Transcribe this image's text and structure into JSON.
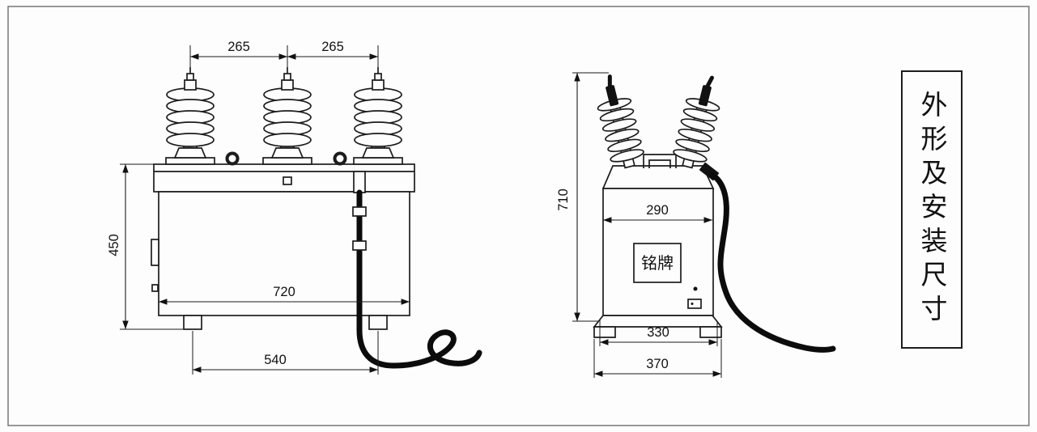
{
  "diagram": {
    "title_panel": "外形及安装尺寸",
    "nameplate": "铭牌",
    "front_view": {
      "dim_top_left": "265",
      "dim_top_right": "265",
      "dim_height": "450",
      "dim_body_width": "720",
      "dim_base": "540"
    },
    "side_view": {
      "dim_height": "710",
      "dim_body_width": "290",
      "dim_base_inner": "330",
      "dim_base_outer": "370"
    }
  }
}
